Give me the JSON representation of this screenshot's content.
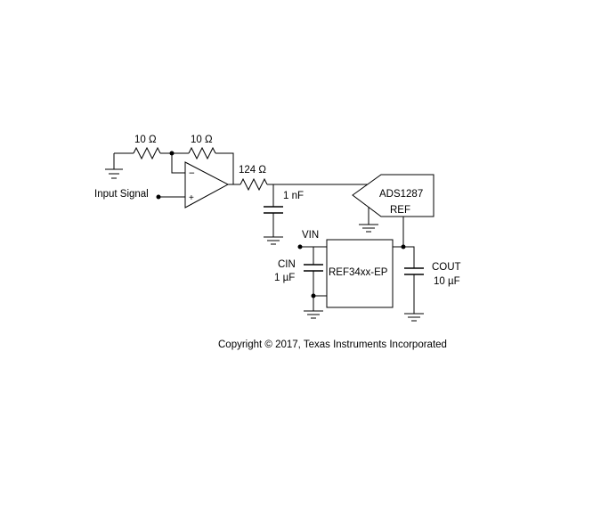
{
  "labels": {
    "r1": "10 Ω",
    "r2": "10 Ω",
    "r3": "124 Ω",
    "c1": "1 nF",
    "input": "Input Signal",
    "adc": "ADS1287",
    "ref_pin": "REF",
    "vref_ic": "REF34xx-EP",
    "vin": "VIN",
    "cin_name": "CIN",
    "cin_value": "1 µF",
    "cout_name": "COUT",
    "cout_value": "10 µF",
    "opamp_minus": "−",
    "opamp_plus": "+"
  },
  "copyright": "Copyright © 2017, Texas Instruments Incorporated"
}
